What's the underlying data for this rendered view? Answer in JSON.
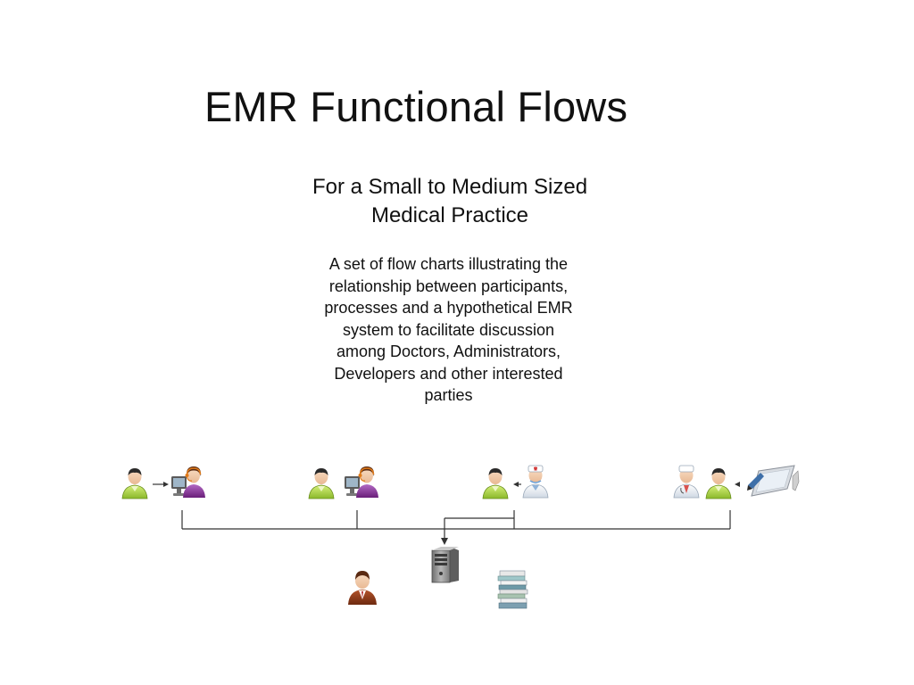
{
  "slide": {
    "title": "EMR Functional Flows",
    "subtitle_lines": [
      "For a Small to Medium Sized",
      "Medical Practice"
    ],
    "description_lines": [
      "A set of flow charts illustrating the",
      "relationship between participants,",
      "processes and a hypothetical EMR",
      "system to facilitate discussion",
      "among Doctors, Administrators,",
      "Developers and other interested",
      "parties"
    ]
  },
  "diagram": {
    "flows": [
      {
        "id": "patient-to-receptionist",
        "icons": [
          "patient-icon",
          "arrow-right-icon",
          "receptionist-computer-icon"
        ]
      },
      {
        "id": "patient-and-receptionist",
        "icons": [
          "patient-icon",
          "receptionist-computer-icon"
        ]
      },
      {
        "id": "nurse-to-patient",
        "icons": [
          "patient-icon",
          "arrow-left-icon",
          "nurse-icon"
        ]
      },
      {
        "id": "doctor-patient-tablet",
        "icons": [
          "doctor-icon",
          "patient-icon",
          "arrow-left-icon",
          "tablet-icon"
        ]
      }
    ],
    "hub": "emr-server-icon",
    "bottom_icons": [
      "administrator-icon",
      "emr-server-icon",
      "paper-records-icon"
    ],
    "colors": {
      "patient_green": "#9acd32",
      "headset_purple": "#7b2a8a",
      "administrator_brown": "#8b3a1a",
      "server_gray": "#8e8e8e",
      "connector": "#333333"
    }
  }
}
